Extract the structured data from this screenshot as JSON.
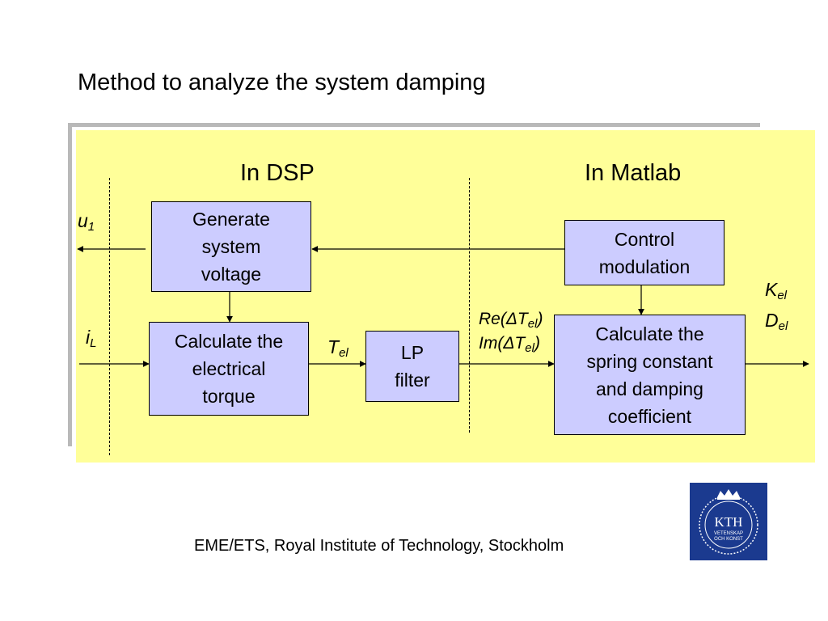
{
  "title": "Method to analyze the system damping",
  "regions": {
    "dsp": "In DSP",
    "matlab": "In Matlab"
  },
  "boxes": {
    "generate": [
      "Generate",
      "system",
      "voltage"
    ],
    "calc_torque": [
      "Calculate the",
      "electrical",
      "torque"
    ],
    "lp_filter": [
      "LP",
      "filter"
    ],
    "control": [
      "Control",
      "modulation"
    ],
    "calc_spring": [
      "Calculate the",
      "spring constant",
      "and damping",
      "coefficient"
    ]
  },
  "signals": {
    "u": {
      "base": "u",
      "sub": "1"
    },
    "i": {
      "base": "i",
      "sub": "L"
    },
    "t": {
      "base": "T",
      "sub": "el"
    },
    "re": {
      "pre": "Re(ΔT",
      "sub": "el",
      "post": ")"
    },
    "im": {
      "pre": "Im(ΔT",
      "sub": "el",
      "post": ")"
    },
    "k": {
      "base": "K",
      "sub": "el"
    },
    "d": {
      "base": "D",
      "sub": "el"
    }
  },
  "footer": "EME/ETS, Royal Institute of Technology, Stockholm",
  "logo": {
    "text": "KTH",
    "line1": "VETENSKAP",
    "line2": "OCH KONST"
  },
  "colors": {
    "panel": "#ffff99",
    "box": "#ccccff",
    "logo": "#1b3a8f"
  }
}
